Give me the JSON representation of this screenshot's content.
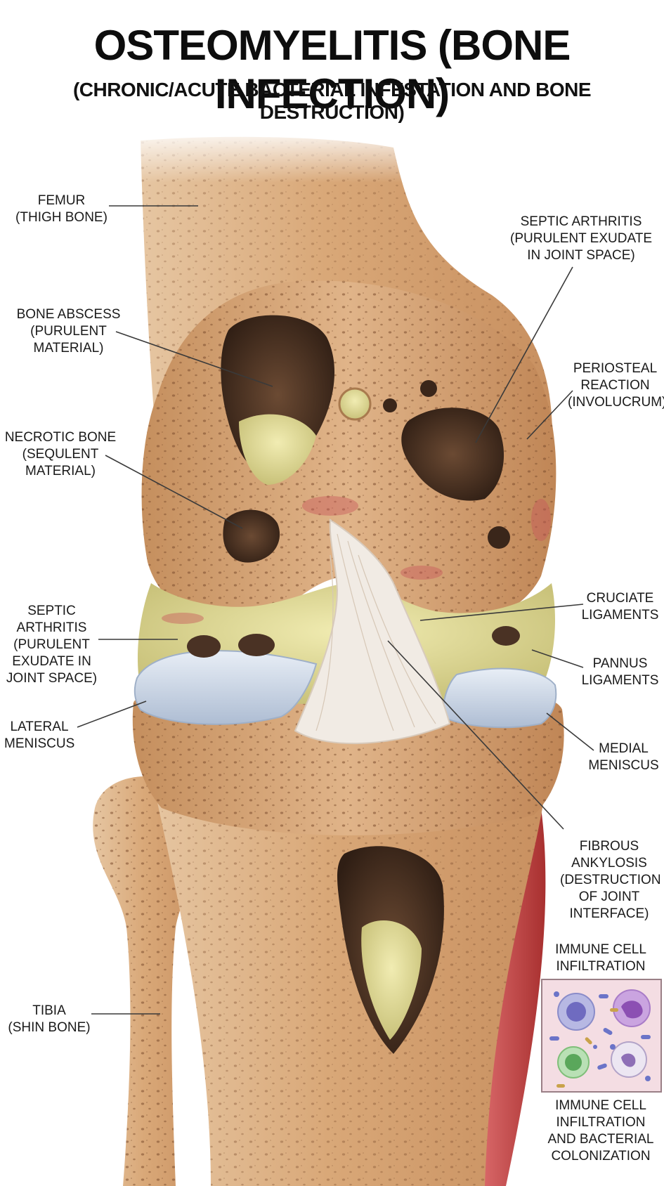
{
  "title": "OSTEOMYELITIS (BONE INFECTION)",
  "subtitle": "(CHRONIC/ACUTE BACTERIAL INFESTATION AND BONE DESTRUCTION)",
  "labels": {
    "femur": [
      "FEMUR",
      "(THIGH BONE)"
    ],
    "bone_abscess": [
      "BONE ABSCESS",
      "(PURULENT",
      "MATERIAL)"
    ],
    "necrotic_bone": [
      "NECROTIC BONE",
      "(SEQULENT",
      "MATERIAL)"
    ],
    "septic_arthritis_left": [
      "SEPTIC",
      "ARTHRITIS",
      "(PURULENT",
      "EXUDATE IN",
      "JOINT SPACE)"
    ],
    "lateral_meniscus": [
      "LATERAL",
      "MENISCUS"
    ],
    "tibia": [
      "TIBIA",
      "(SHIN BONE)"
    ],
    "septic_arthritis_right": [
      "SEPTIC ARTHRITIS",
      "(PURULENT EXUDATE",
      "IN JOINT SPACE)"
    ],
    "periosteal_reaction": [
      "PERIOSTEAL",
      "REACTION",
      "(INVOLUCRUM)"
    ],
    "cruciate_ligaments": [
      "CRUCIATE",
      "LIGAMENTS"
    ],
    "pannus_ligaments": [
      "PANNUS",
      "LIGAMENTS"
    ],
    "medial_meniscus": [
      "MEDIAL",
      "MENISCUS"
    ],
    "fibrous_ankylosis": [
      "FIBROUS",
      "ANKYLOSIS",
      "(DESTRUCTION",
      "OF JOINT",
      "INTERFACE)"
    ],
    "immune_cell_top": [
      "IMMUNE CELL",
      "INFILTRATION"
    ],
    "immune_cell_bottom": [
      "IMMUNE CELL",
      "INFILTRATION",
      "AND BACTERIAL",
      "COLONIZATION"
    ]
  },
  "colors": {
    "bone": "#d9a878",
    "bone_dark": "#b9804f",
    "pus": "#dcd690",
    "cavity": "#4a3224",
    "cartilage": "#c9d6e6",
    "ligament": "#f0ebe6",
    "muscle": "#c8474a",
    "cell_bg": "#f4dde3"
  }
}
